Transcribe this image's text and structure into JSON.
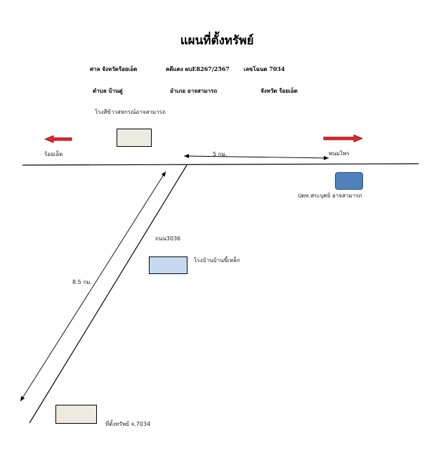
{
  "title": "แผนที่ตั้งทรัพย์",
  "header": {
    "row1": [
      "ศาล จังหวัดร้อยเอ็ด",
      "คดีแดง ผบE8267/2567",
      "เลขโฉนด  7034"
    ],
    "row2": [
      "ตำบล  บ้านดู่",
      "อำเภอ  อาจสามารถ",
      "จังหวัด ร้อยเอ็ด"
    ]
  },
  "labels": {
    "rice_mill": "โรงสีข้าวสหกรณ์อาจสามารถ",
    "west_direction": "ร้อยเอ็ด",
    "east_direction": "พนมไพร",
    "distance_east": "5 กม.",
    "police_station": "ปตท.สระบุศย์ อาจสามารถ",
    "road": "ถนน3036",
    "ice_factory": "โรงบ้านบ้านขี้เหล็ก",
    "distance_road": "8.5 กม.",
    "property": "ที่ตั้งทรัพย์ จ.7034"
  },
  "colors": {
    "arrow_red": "#e8242b",
    "box_gray": "#eceae1",
    "box_light_blue": "#c6d9f1",
    "box_blue": "#4f81bd"
  }
}
